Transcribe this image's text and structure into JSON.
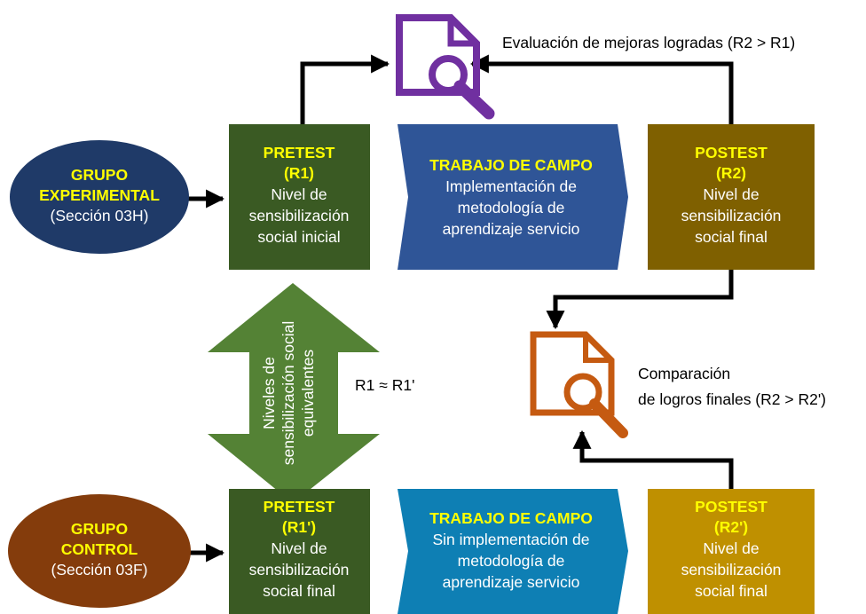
{
  "colors": {
    "experimental_oval": "#1f3a68",
    "control_oval": "#843c0c",
    "pretest_box": "#3a5a23",
    "trabajo_experimental": "#2f5597",
    "postest_experimental": "#7f6000",
    "trabajo_control": "#0e7fb4",
    "postest_control": "#bf9000",
    "equivalence_arrow": "#548235",
    "evaluation_icon": "#7030a0",
    "comparison_icon": "#c55a11",
    "label_highlight": "#ffff00"
  },
  "icons": {
    "evaluation": "document-search-icon",
    "comparison": "document-search-icon"
  },
  "experimental": {
    "group_title_1": "GRUPO",
    "group_title_2": "EXPERIMENTAL",
    "group_section": "(Sección 03H)",
    "pretest_title": "PRETEST",
    "pretest_code": "(R1)",
    "pretest_desc_1": "Nivel de",
    "pretest_desc_2": "sensibilización",
    "pretest_desc_3": "social inicial",
    "trabajo_title": "TRABAJO DE CAMPO",
    "trabajo_desc_1": "Implementación de",
    "trabajo_desc_2": "metodología de",
    "trabajo_desc_3": "aprendizaje servicio",
    "postest_title": "POSTEST",
    "postest_code": "(R2)",
    "postest_desc_1": "Nivel de",
    "postest_desc_2": "sensibilización",
    "postest_desc_3": "social final"
  },
  "control": {
    "group_title_1": "GRUPO",
    "group_title_2": "CONTROL",
    "group_section": "(Sección 03F)",
    "pretest_title": "PRETEST",
    "pretest_code": "(R1')",
    "pretest_desc_1": "Nivel de",
    "pretest_desc_2": "sensibilización",
    "pretest_desc_3": "social final",
    "trabajo_title": "TRABAJO DE CAMPO",
    "trabajo_desc_1": "Sin implementación de",
    "trabajo_desc_2": "metodología de",
    "trabajo_desc_3": "aprendizaje servicio",
    "postest_title": "POSTEST",
    "postest_code": "(R2')",
    "postest_desc_1": "Nivel de",
    "postest_desc_2": "sensibilización",
    "postest_desc_3": "social final"
  },
  "equivalence": {
    "line_1": "Niveles de",
    "line_2": "sensibilización social",
    "line_3": "equivalentes",
    "relation": "R1 ≈ R1'"
  },
  "evaluation_label": "Evaluación de mejoras logradas (R2 > R1)",
  "comparison": {
    "line_1": "Comparación",
    "line_2": "de logros finales (R2 > R2')"
  }
}
